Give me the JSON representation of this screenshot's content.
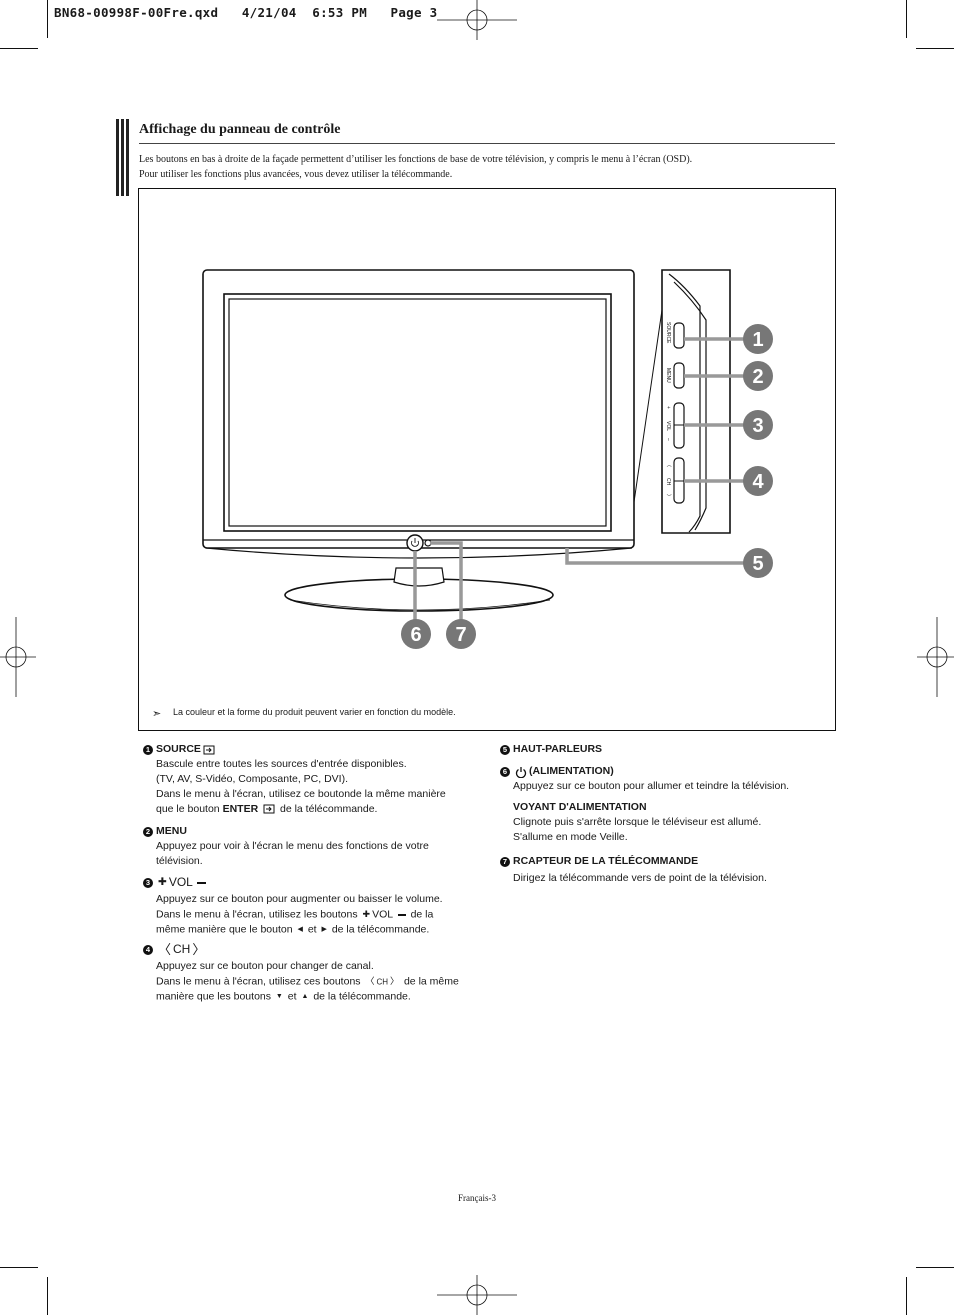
{
  "slug": "BN68-00998F-00Fre.qxd   4/21/04  6:53 PM   Page 3",
  "section_title": "Affichage du panneau de contrôle",
  "intro": [
    "Les boutons en bas à droite de la façade permettent d’utiliser les fonctions de base de votre télévision, y compris le menu à l’écran (OSD).",
    "Pour utiliser les fonctions plus avancées, vous devez utiliser la télécommande."
  ],
  "diagram": {
    "side_labels": [
      "SOURCE",
      "MENU",
      "+",
      "VOL",
      "–",
      "〈",
      "CH",
      "〉"
    ],
    "callouts": [
      "1",
      "2",
      "3",
      "4",
      "5",
      "6",
      "7"
    ],
    "note_arrow": "➣",
    "note": "La couleur et la forme du produit peuvent varier en fonction du modèle."
  },
  "items": {
    "i1": {
      "num": "1",
      "title": "SOURCE",
      "lines": [
        "Bascule entre toutes les sources d'entrée disponibles.",
        "(TV, AV, S-Vidéo, Composante, PC, DVI).",
        "Dans le menu à l'écran, utilisez ce boutonde la même manière"
      ],
      "pre": "que le bouton ",
      "bold": "ENTER",
      "post": " de la télécommande."
    },
    "i2": {
      "num": "2",
      "title": "MENU",
      "lines": [
        "Appuyez pour voir à l'écran le menu des fonctions de votre",
        "télévision."
      ]
    },
    "i3": {
      "num": "3",
      "title": "VOL",
      "l1": "Appuyez sur ce bouton pour augmenter ou baisser le volume.",
      "l2a": "Dans le menu à l'écran, utilisez les boutons",
      "l2b": "VOL",
      "l2c": "de la",
      "l3a": "même manière que le bouton",
      "l3b": "et",
      "l3c": "de la télécommande."
    },
    "i4": {
      "num": "4",
      "title": "CH",
      "l1": "Appuyez sur ce bouton pour changer de canal.",
      "l2a": "Dans le menu à l'écran, utilisez ces boutons",
      "l2b": "CH",
      "l2c": "de la même",
      "l3a": "manière que les boutons",
      "l3b": "et",
      "l3c": "de la télécommande."
    },
    "i5": {
      "num": "5",
      "title": "HAUT-PARLEURS"
    },
    "i6": {
      "num": "6",
      "title": "(ALIMENTATION)",
      "l1": "Appuyez sur ce bouton pour allumer et teindre la télévision.",
      "sub": "VOYANT D'ALIMENTATION",
      "s1": "Clignote puis s'arrête lorsque le téléviseur est allumé.",
      "s2": "S'allume en mode Veille."
    },
    "i7": {
      "num": "7",
      "title": "RCAPTEUR DE LA TÉLÉCOMMANDE",
      "l1": "Dirigez la télécommande vers de point de la télévision."
    }
  },
  "footer": "Français-3"
}
